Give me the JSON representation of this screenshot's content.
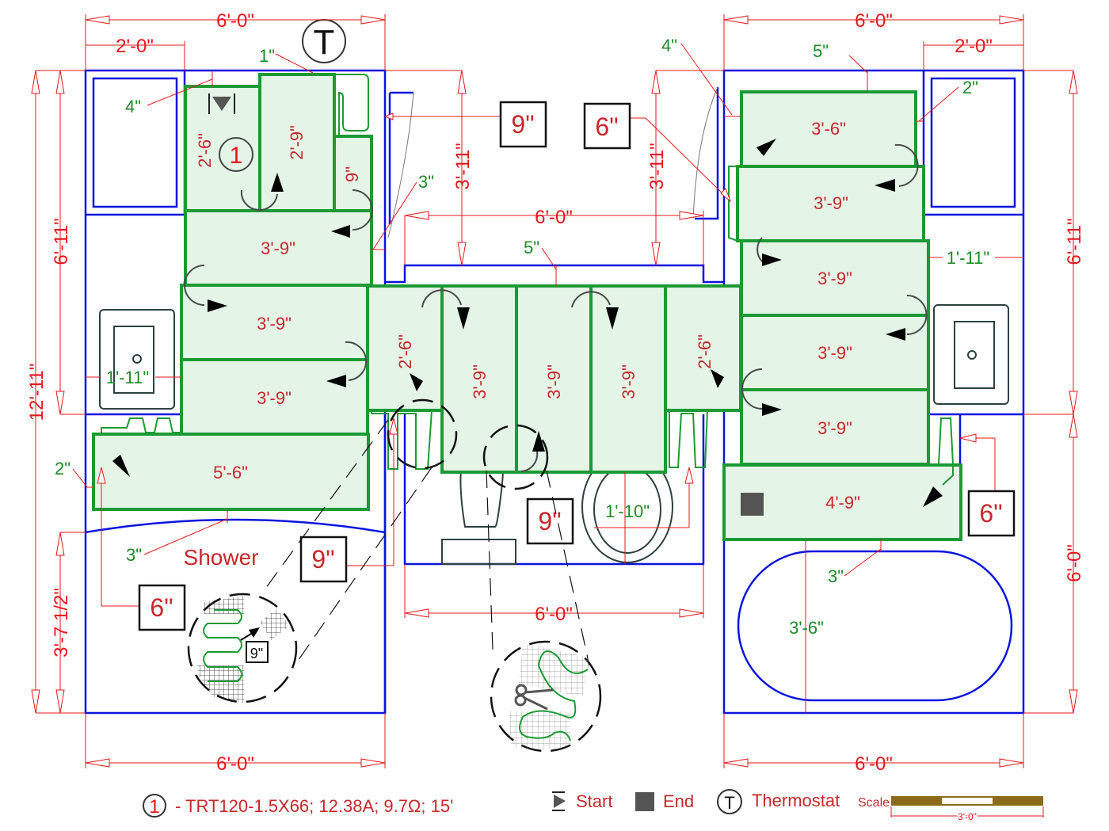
{
  "plan": {
    "title": "Heated floor cable layout",
    "colors": {
      "wall": "#0a14e0",
      "mat_fill": "#e4f4e6",
      "mat_stroke": "#1b9a35",
      "dimension": "#e8161b",
      "mat_label": "#c8282c",
      "note": "#1f8a2a"
    },
    "dimensions": {
      "left_top_width": "6'-0\"",
      "left_top_sub": "2'-0\"",
      "right_top_width": "6'-0\"",
      "right_top_sub": "2'-0\"",
      "center_width": "6'-0\"",
      "center_left_height": "3'-11\"",
      "center_right_height": "3'-11\"",
      "left_total_height": "12'-11\"",
      "left_upper_height": "6'-11\"",
      "left_shower_height": "3'-7 1/2\"",
      "right_upper_height": "6'-11\"",
      "right_lower_height": "6'-0\"",
      "left_bottom_width": "6'-0\"",
      "center_bottom_width": "6'-0\"",
      "right_bottom_width": "6'-0\""
    },
    "clearance_notes": {
      "left_vanity_offset": "4\"",
      "left_top_offset": "1\"",
      "left_door_offset": "3\"",
      "left_wall_offset": "2\"",
      "left_shower_offset": "3\"",
      "left_sink_clearance": "1'-11\"",
      "center_wall_offset": "5\"",
      "right_door_offset": "4\"",
      "right_top_offset": "5\"",
      "right_vanity_offset": "2\"",
      "right_sink_clearance": "1'-11\"",
      "right_tub_offset": "3\"",
      "tub_clearance": "3'-6\"",
      "toilet_clearance": "1'-10\""
    },
    "mats": [
      {
        "id": "left-a",
        "label": "2'-6\"",
        "orientation": "vertical"
      },
      {
        "id": "left-b",
        "label": "2'-9\"",
        "orientation": "vertical"
      },
      {
        "id": "left-c",
        "label": "9\"",
        "orientation": "vertical"
      },
      {
        "id": "left-d",
        "label": "3'-9\"",
        "orientation": "horizontal"
      },
      {
        "id": "left-e",
        "label": "3'-9\"",
        "orientation": "horizontal"
      },
      {
        "id": "left-f",
        "label": "3'-9\"",
        "orientation": "horizontal"
      },
      {
        "id": "left-g",
        "label": "5'-6\"",
        "orientation": "horizontal"
      },
      {
        "id": "center-a",
        "label": "2'-6\"",
        "orientation": "vertical"
      },
      {
        "id": "center-b",
        "label": "3'-9\"",
        "orientation": "vertical"
      },
      {
        "id": "center-c",
        "label": "3'-9\"",
        "orientation": "vertical"
      },
      {
        "id": "center-d",
        "label": "3'-9\"",
        "orientation": "vertical"
      },
      {
        "id": "center-e",
        "label": "2'-6\"",
        "orientation": "vertical"
      },
      {
        "id": "right-a",
        "label": "3'-6\"",
        "orientation": "horizontal"
      },
      {
        "id": "right-b",
        "label": "3'-9\"",
        "orientation": "horizontal"
      },
      {
        "id": "right-c",
        "label": "3'-9\"",
        "orientation": "horizontal"
      },
      {
        "id": "right-d",
        "label": "3'-9\"",
        "orientation": "horizontal"
      },
      {
        "id": "right-e",
        "label": "3'-9\"",
        "orientation": "horizontal"
      },
      {
        "id": "right-f",
        "label": "4'-9\"",
        "orientation": "horizontal"
      }
    ],
    "callouts": {
      "top_left": "9\"",
      "top_right": "6\"",
      "shower_left": "6\"",
      "shower_right": "9\"",
      "toilet": "9\"",
      "right_side": "6\"",
      "detail_small": "9\""
    },
    "room_labels": {
      "shower": "Shower"
    },
    "markers": {
      "circuit_number": "1",
      "thermostat": "T"
    }
  },
  "legend": {
    "circuit_number": "1",
    "circuit_spec": "- TRT120-1.5X66; 12.38A; 9.7Ω; 15'",
    "start_label": "Start",
    "end_label": "End",
    "thermostat_symbol": "T",
    "thermostat_label": "Thermostat",
    "scale_label": "Scale",
    "scale_value": "3'-0\""
  }
}
